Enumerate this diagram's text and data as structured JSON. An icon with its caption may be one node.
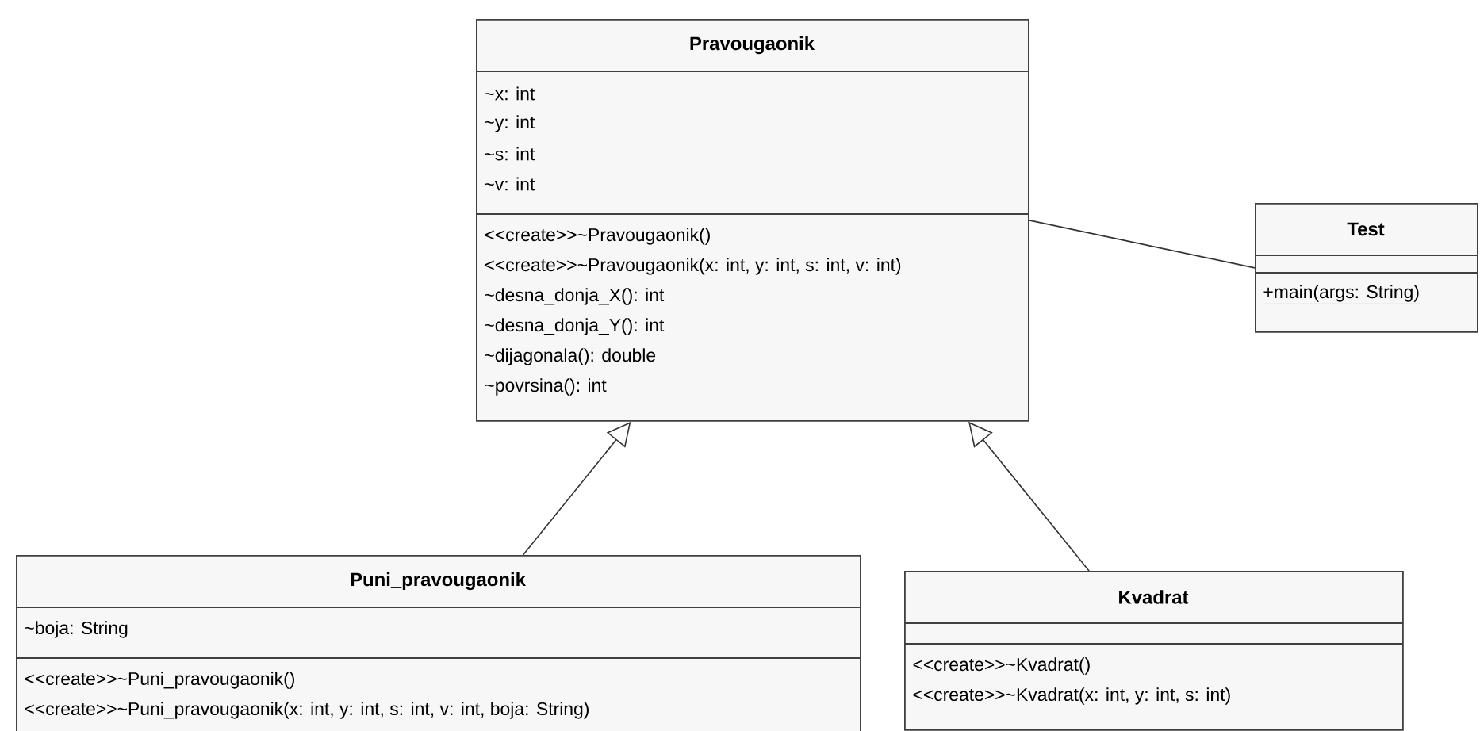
{
  "diagram": {
    "nodes": [
      {
        "text": [
          "Pravougaonik",
          "~x: int",
          "~y: int",
          "~s: int",
          "~v: int",
          "<<create>>~Pravougaonik()",
          "<<create>>~Pravougaonik(x: int, y: int, s: int, v: int)",
          "~desna_donja_X(): int",
          "~desna_donja_Y(): int",
          "~dijagonala(): double",
          "~povrsina(): int"
        ]
      },
      {
        "text": [
          "Test",
          "+main(args: String)"
        ]
      },
      {
        "text": [
          "Puni_pravougaonik",
          "~boja: String",
          "<<create>>~Puni_pravougaonik()",
          "<<create>>~Puni_pravougaonik(x: int, y: int, s: int, v: int, boja: String)"
        ]
      },
      {
        "text": [
          "Kvadrat",
          "<<create>>~Kvadrat()",
          "<<create>>~Kvadrat(x: int, y: int, s: int)"
        ]
      }
    ],
    "edges": [
      {
        "from": 0,
        "to": 1,
        "arrow": "none"
      },
      {
        "from": 2,
        "to": 0,
        "arrow": "to"
      },
      {
        "from": 3,
        "to": 0,
        "arrow": "to"
      }
    ]
  }
}
